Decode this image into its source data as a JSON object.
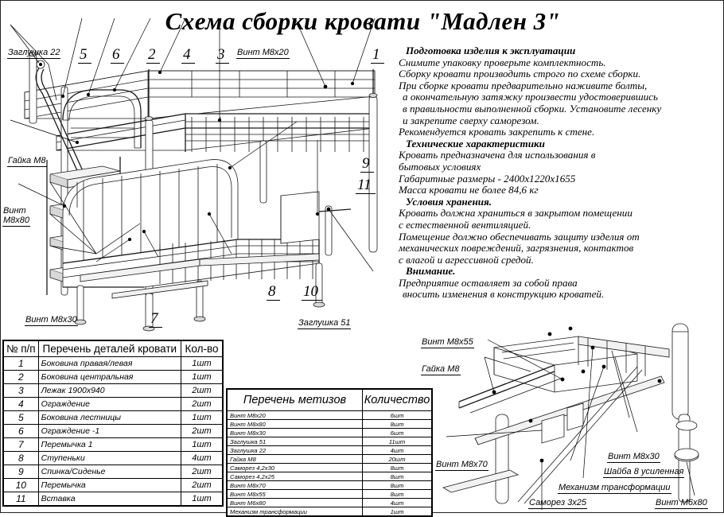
{
  "title": "Схема сборки кровати \"Мадлен 3\"",
  "instructions": {
    "section1_heading": "Подготовка изделия к эксплуатации",
    "section1_lines": [
      "Снимите упаковку проверьте комплектность.",
      "Сборку кровати производить строго по схеме сборки.",
      "При сборке кровати  предварительно наживите  болты,",
      "а окончательную затяжку произвести удостоверившись",
      "в правильности выполненной сборки. Установите лесенку",
      " и закрепите сверху саморезом.",
      "Рекомендуется кровать закрепить к стене."
    ],
    "section2_heading": "Технические характеристики",
    "section2_lines": [
      "Кровать предназначена для использования в",
      "бытовых условиях",
      "Габаритные размеры - 2400х1220х1655",
      "Масса кровати не более 84,6 кг"
    ],
    "section3_heading": "Условия хранения.",
    "section3_lines": [
      "Кровать должна храниться в закрытом помещении",
      "с естественной вентиляцией.",
      "Помещение должно обеспечивать защиту изделия от",
      "механических повреждений, загрязнения, контактов",
      "с влагой и агрессивной средой."
    ],
    "section4_heading": "Внимание.",
    "section4_lines": [
      "Предприятие оставляет за собой права",
      "вносить изменения в конструкцию кроватей."
    ]
  },
  "callouts": {
    "zaglushka22": "Заглушка 22",
    "n5": "5",
    "n6": "6",
    "n2": "2",
    "n4": "4",
    "n3": "3",
    "vint_m8x20": "Винт М8х20",
    "n1": "1",
    "gayka_m8_left": "Гайка М8",
    "vint_m8x80_left_1": "Винт",
    "vint_m8x80_left_2": "М8х80",
    "n9": "9",
    "n11": "11",
    "vint_m8x30_left": "Винт М8х30",
    "n7": "7",
    "n8": "8",
    "n10": "10",
    "zaglushka51": "Заглушка 51",
    "vint_m8x55": "Винт М8х55",
    "gayka_m8_right": "Гайка М8",
    "vint_m8x70": "Винт М8х70",
    "vint_m8x30_right": "Винт М8х30",
    "shayba8": "Шайба 8 усиленная",
    "mehanizm": "Механизм трансформации",
    "samorez3x25": "Саморез 3х25",
    "vint_m6x80": "Винт М6х80"
  },
  "parts_table": {
    "headers": [
      "№ п/п",
      "Перечень деталей кровати",
      "Кол-во"
    ],
    "rows": [
      [
        "1",
        "Боковина правая/левая",
        "1шт"
      ],
      [
        "2",
        "Боковина центральная",
        "1шт"
      ],
      [
        "3",
        "Лежак 1900х940",
        "2шт"
      ],
      [
        "4",
        "Ограждение",
        "2шт"
      ],
      [
        "5",
        "Боковина лестницы",
        "1шт"
      ],
      [
        "6",
        "Ограждение -1",
        "2шт"
      ],
      [
        "7",
        "Перемычка 1",
        "1шт"
      ],
      [
        "8",
        "Ступеньки",
        "4шт"
      ],
      [
        "9",
        "Спинка/Сиденье",
        "2шт"
      ],
      [
        "10",
        "Перемычка",
        "2шт"
      ],
      [
        "11",
        "Вставка",
        "1шт"
      ]
    ]
  },
  "metiz_table": {
    "headers": [
      "Перечень метизов",
      "Количество"
    ],
    "rows": [
      [
        "Винт М8х20",
        "6шт"
      ],
      [
        "Винт М8х80",
        "8шт"
      ],
      [
        "Винт М8х30",
        "6шт"
      ],
      [
        "Заглушка 51",
        "11шт"
      ],
      [
        "Заглушка 22",
        "4шт"
      ],
      [
        "Гайка М8",
        "20шт"
      ],
      [
        "Саморез 4,2х30",
        "8шт"
      ],
      [
        "Саморез 4,2х25",
        "8шт"
      ],
      [
        "Винт М8х70",
        "8шт"
      ],
      [
        "Винт М8х55",
        "8шт"
      ],
      [
        "Винт М6х80",
        "4шт"
      ],
      [
        "Механизм трансформации",
        "1шт"
      ]
    ]
  }
}
